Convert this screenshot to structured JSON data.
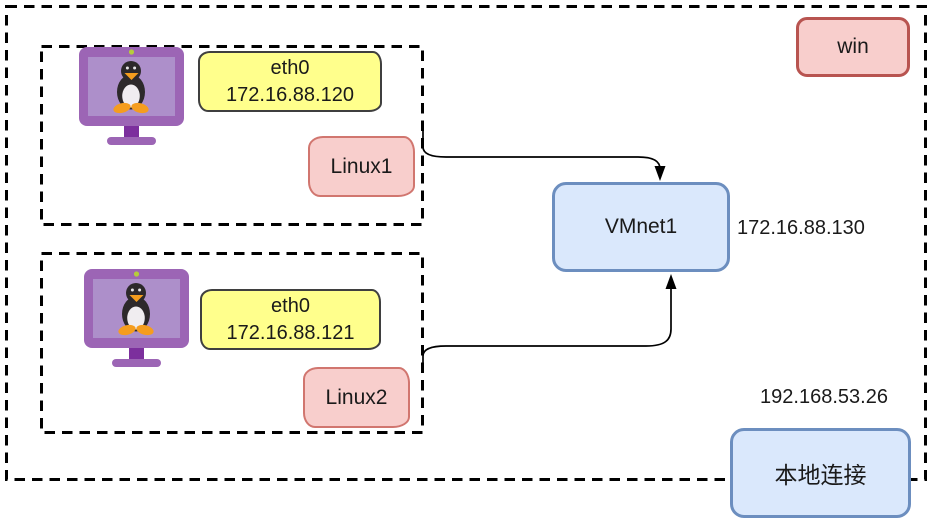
{
  "colors": {
    "blue_fill": "#dae8fc",
    "blue_border": "#6c8ebf",
    "pink_fill": "#f8cecc",
    "pink_border_dark": "#b85450",
    "pink_border_light": "#d1766f",
    "yellow_fill": "#ffff8c",
    "yellow_border": "#3f3f3f",
    "line": "#000000",
    "text": "#1a1a1a"
  },
  "host": {
    "label": "win",
    "vmnet": {
      "label": "VMnet1",
      "ip": "172.16.88.130"
    },
    "local_connection": {
      "label": "本地连接",
      "ip": "192.168.53.26"
    }
  },
  "vms": [
    {
      "name": "Linux1",
      "interface": "eth0",
      "ip": "172.16.88.120",
      "icon": "linux-monitor-icon"
    },
    {
      "name": "Linux2",
      "interface": "eth0",
      "ip": "172.16.88.121",
      "icon": "linux-monitor-icon"
    }
  ]
}
